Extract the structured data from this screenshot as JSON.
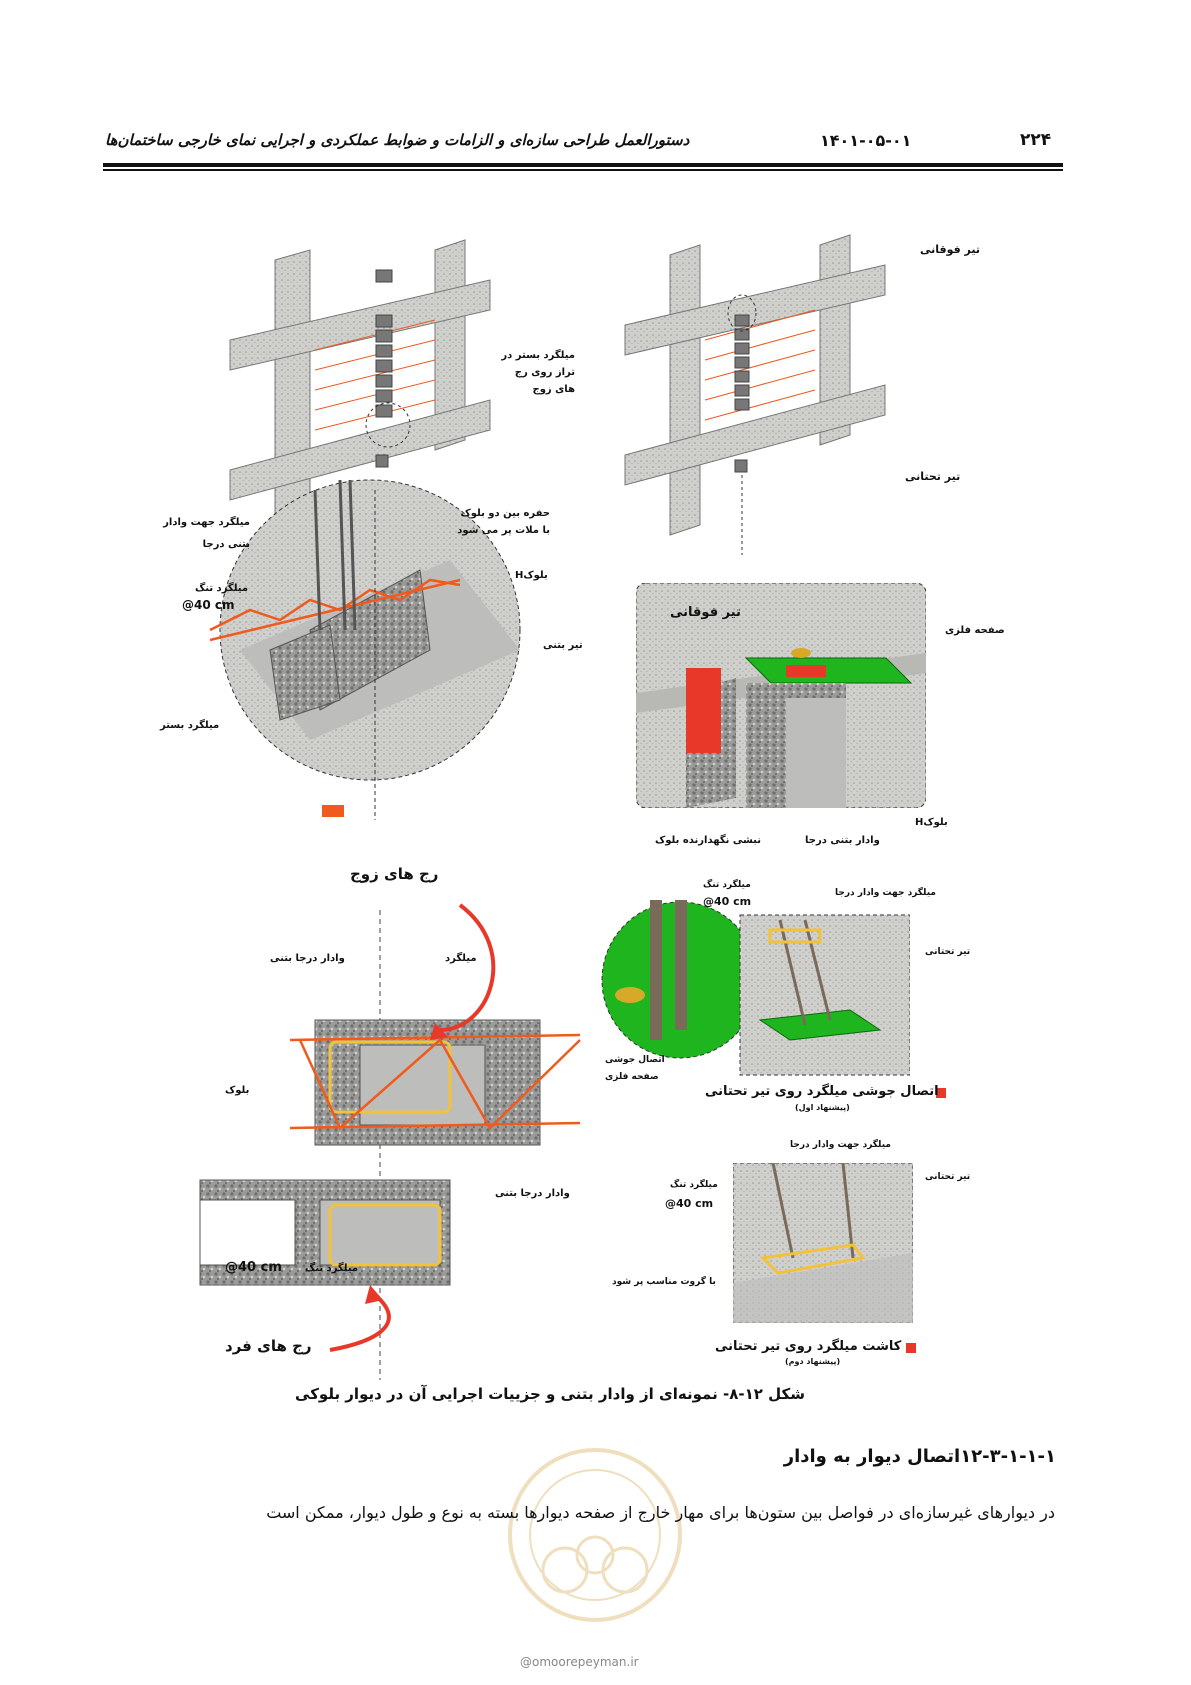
{
  "header": {
    "page_number": "۲۲۴",
    "date": "۱۴۰۱-۰۵-۰۱",
    "title": "دستورالعمل طراحی سازه‌ای و الزامات و ضوابط عملکردی و اجرایی نمای خارجی ساختمان‌ها"
  },
  "figure": {
    "top_left": {
      "label_bed_rebar_even": "میلگرد بستر در تراز روی رج های زوج",
      "label_hole": "حفره بین دو بلوک با ملات پر می شود",
      "label_vertical_rebar": "میلگرد جهت وادار بتنی درجا",
      "label_tie": "میلگرد تنگ",
      "label_spacing": "@40 cm",
      "label_hblock": "بلوکH",
      "label_concrete_beam": "تیر بتنی",
      "label_bed_rebar": "میلگرد بستر"
    },
    "top_right": {
      "label_upper_beam": "تیر فوقانی",
      "label_lower_beam": "تیر تحتانی",
      "label_upper_beam_detail": "تیر فوقانی",
      "label_steel_plate": "صفحه فلزی",
      "label_hblock": "بلوکH",
      "label_holding_angle": "نبشی نگهدارنده بلوک",
      "label_cast_vertical": "وادار بتنی درجا"
    },
    "bottom_left": {
      "label_even_courses": "رج های زوج",
      "label_vertical_concrete": "وادار درجا بتنی",
      "label_rebar": "میلگرد",
      "label_block": "بلوک",
      "label_vertical_concrete2": "وادار درجا بتنی",
      "label_tie": "میلگرد تنگ",
      "label_spacing": "@40 cm",
      "label_odd_courses": "رج های فرد"
    },
    "bottom_right": {
      "label_tie": "میلگرد تنگ",
      "label_spacing": "@40 cm",
      "label_vertical_rebar": "میلگرد جهت وادار درجا",
      "label_lower_beam": "تیر تحتانی",
      "label_weld": "اتصال جوشی",
      "label_plate": "صفحه فلزی",
      "option1_title": "اتصال جوشی میلگرد روی تیر تحتانی",
      "option1_sub": "(پیشنهاد اول)",
      "label_vertical_rebar2": "میلگرد جهت وادار درجا",
      "label_lower_beam2": "تیر تحتانی",
      "label_tie2": "میلگرد تنگ",
      "label_spacing2": "@40 cm",
      "label_grout": "با گروت مناسب پر شود",
      "option2_title": "کاشت میلگرد روی تیر تحتانی",
      "option2_sub": "(پیشنهاد دوم)"
    },
    "caption": "شکل ۱۲-۸- نمونه‌ای از وادار بتنی و جزییات اجرایی آن در دیوار بلوکی"
  },
  "section": {
    "heading": "۱۲-۳-۱-۱-۱اتصال دیوار به وادار",
    "body": "در دیوارهای غیرسازه‌ای در فواصل بین ستون‌ها برای مهار خارج از صفحه دیوارها بسته به نوع و طول دیوار، ممکن است"
  },
  "footer": {
    "url": "@omoorepeyman.ir"
  },
  "colors": {
    "red": "#e8382a",
    "orange": "#f05a1e",
    "green": "#1fb51f",
    "yellow": "#f2c23a",
    "concrete": "#c9c9c6"
  }
}
